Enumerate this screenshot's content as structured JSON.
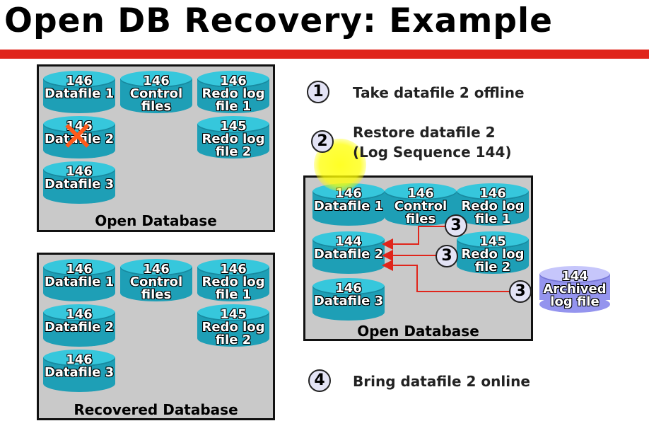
{
  "title": "Open DB Recovery: Example",
  "top_left_panel": {
    "label": "Open Database",
    "cylinders": [
      {
        "num": "146",
        "l1": "Datafile 1",
        "l2": ""
      },
      {
        "num": "146",
        "l1": "Control",
        "l2": "files"
      },
      {
        "num": "146",
        "l1": "Redo log",
        "l2": "file 1"
      },
      {
        "num": "146",
        "l1": "Datafile 2",
        "l2": ""
      },
      {
        "num": "145",
        "l1": "Redo log",
        "l2": "file 2"
      },
      {
        "num": "146",
        "l1": "Datafile 3",
        "l2": ""
      }
    ]
  },
  "bottom_left_panel": {
    "label": "Recovered Database",
    "cylinders": [
      {
        "num": "146",
        "l1": "Datafile 1",
        "l2": ""
      },
      {
        "num": "146",
        "l1": "Control",
        "l2": "files"
      },
      {
        "num": "146",
        "l1": "Redo log",
        "l2": "file 1"
      },
      {
        "num": "146",
        "l1": "Datafile 2",
        "l2": ""
      },
      {
        "num": "145",
        "l1": "Redo log",
        "l2": "file 2"
      },
      {
        "num": "146",
        "l1": "Datafile 3",
        "l2": ""
      }
    ]
  },
  "right_panel": {
    "label": "Open Database",
    "cylinders": [
      {
        "num": "146",
        "l1": "Datafile 1",
        "l2": ""
      },
      {
        "num": "146",
        "l1": "Control",
        "l2": "files"
      },
      {
        "num": "146",
        "l1": "Redo log",
        "l2": "file 1"
      },
      {
        "num": "144",
        "l1": "Datafile 2",
        "l2": ""
      },
      {
        "num": "145",
        "l1": "Redo log",
        "l2": "file 2"
      },
      {
        "num": "146",
        "l1": "Datafile 3",
        "l2": ""
      }
    ]
  },
  "archived": {
    "num": "144",
    "l1": "Archived",
    "l2": "log file"
  },
  "steps": {
    "s1": {
      "n": "1",
      "text": "Take datafile 2 offline"
    },
    "s2": {
      "n": "2",
      "text1": "Restore datafile 2",
      "text2": "(Log Sequence 144)"
    },
    "s3": {
      "n": "3"
    },
    "s4": {
      "n": "4",
      "text": "Bring datafile 2 online"
    }
  },
  "colors": {
    "accent_bar": "#e0251b",
    "cylinder": "#1e9fb6",
    "archived_cylinder": "#9494ee",
    "arrow": "#e0251b",
    "x_mark": "#ff5a1a"
  }
}
